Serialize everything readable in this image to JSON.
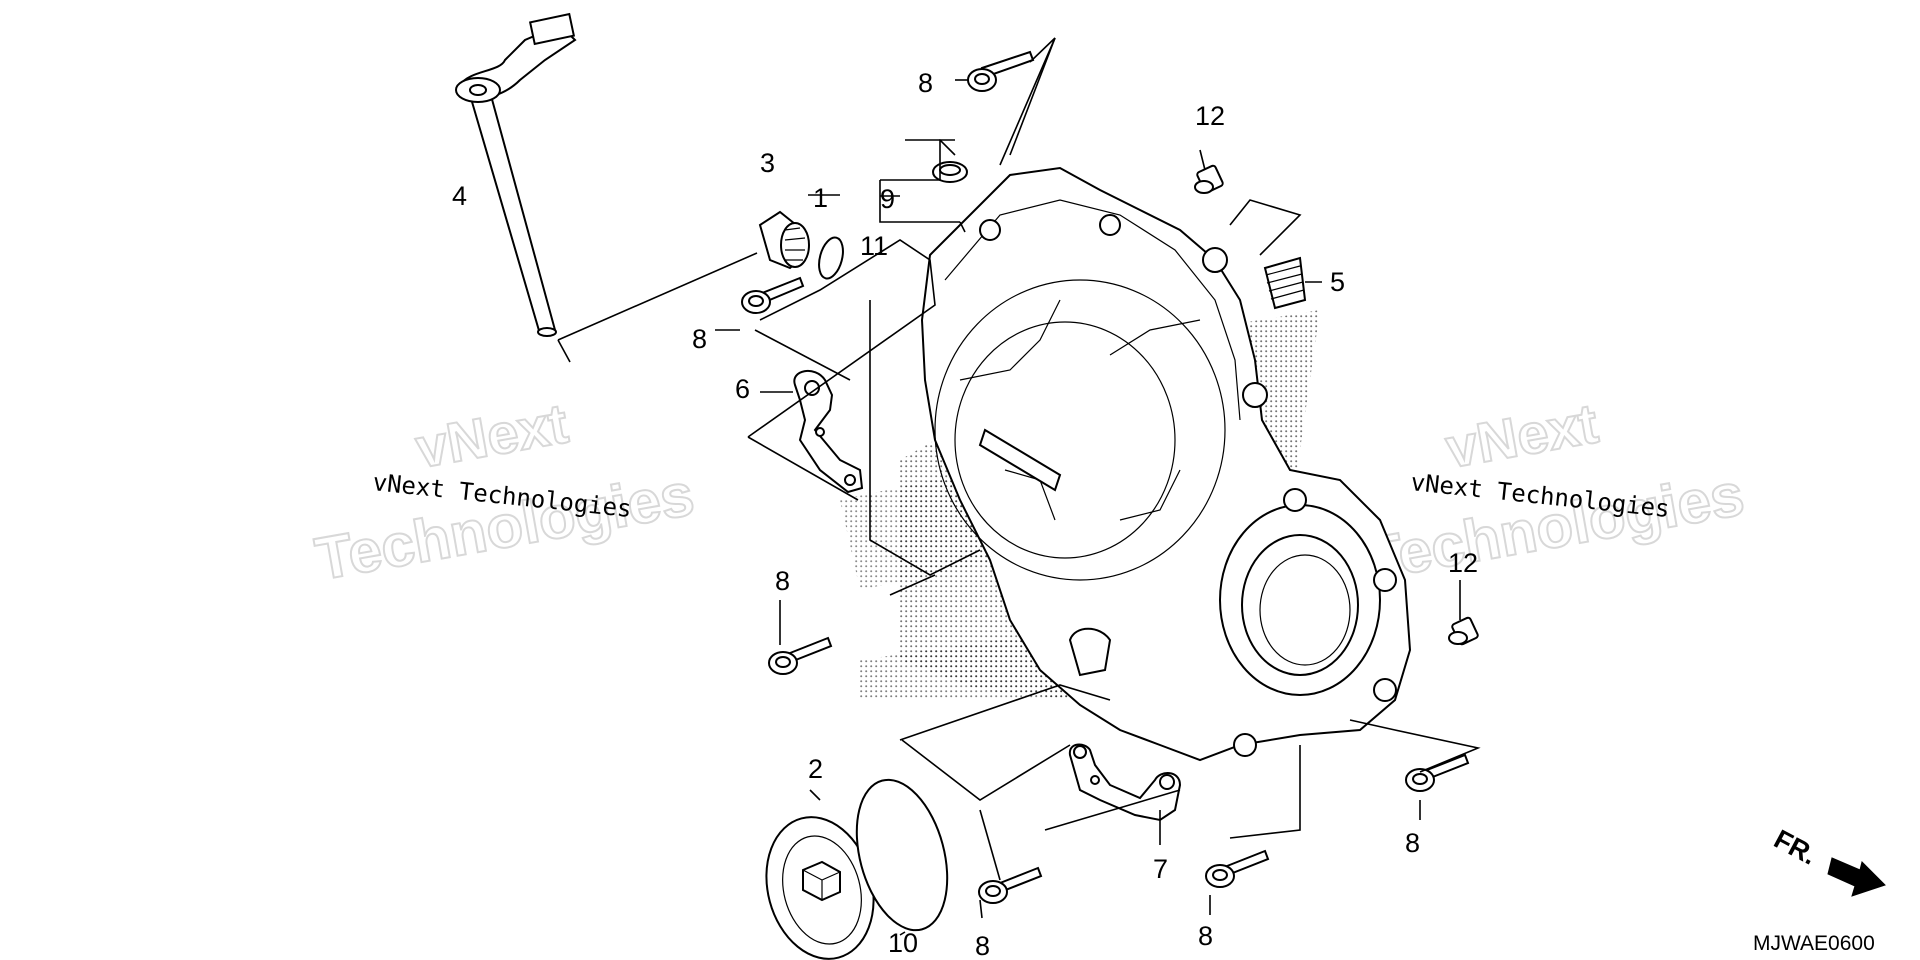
{
  "diagram_code": "MJWAE0600",
  "direction": {
    "label": "FR.",
    "icon": "forward-arrow-icon"
  },
  "watermark": {
    "line1": "vNext",
    "line2": "Technologies",
    "caption": "vNext Technologies"
  },
  "callouts": {
    "p1": "1",
    "p2": "2",
    "p3": "3",
    "p4": "4",
    "p5": "5",
    "p6": "6",
    "p7": "7",
    "p8a": "8",
    "p8b": "8",
    "p8c": "8",
    "p8d": "8",
    "p8e": "8",
    "p8f": "8",
    "p9": "9",
    "p10": "10",
    "p11": "11",
    "p12a": "12",
    "p12b": "12"
  }
}
